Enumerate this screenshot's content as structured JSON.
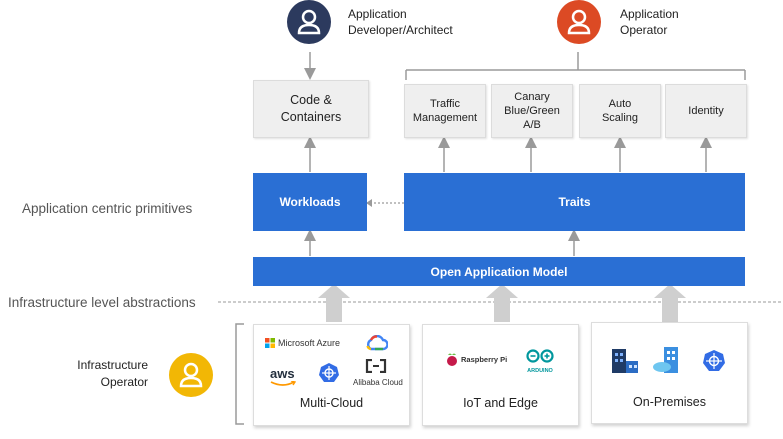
{
  "roles": {
    "developer": "Application\nDeveloper/Architect",
    "operator": "Application\nOperator",
    "infra_operator": "Infrastructure\nOperator"
  },
  "colors": {
    "developer_avatar": "#2c3a5e",
    "operator_avatar": "#dc4a24",
    "infra_avatar": "#f2b705",
    "primary_blue": "#2a6fd4"
  },
  "top_boxes": {
    "code": "Code &\nContainers",
    "traits_items": [
      "Traffic\nManagement",
      "Canary\nBlue/Green\nA/B",
      "Auto\nScaling",
      "Identity"
    ]
  },
  "layers": {
    "workloads": "Workloads",
    "traits": "Traits",
    "oam": "Open Application Model"
  },
  "side_labels": {
    "app_centric": "Application centric primitives",
    "infra_level": "Infrastructure level abstractions"
  },
  "infra": {
    "multicloud": {
      "title": "Multi-Cloud",
      "azure": "Microsoft Azure",
      "aws": "aws",
      "alibaba": "Alibaba Cloud"
    },
    "iot": {
      "title": "IoT and Edge",
      "raspberry": "Raspberry Pi",
      "arduino": "ARDUINO"
    },
    "onprem": {
      "title": "On-Premises"
    }
  }
}
